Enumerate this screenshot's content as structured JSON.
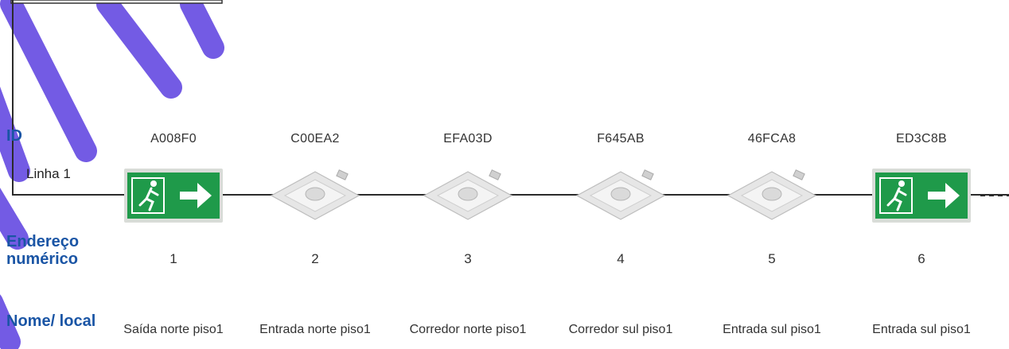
{
  "row_labels": {
    "id": "ID",
    "address": "Endereço numérico",
    "name": "Nome/ local"
  },
  "line_label": "Linha 1",
  "devices": [
    {
      "id": "A008F0",
      "address": "1",
      "name": "Saída norte piso1",
      "type": "exit-sign"
    },
    {
      "id": "C00EA2",
      "address": "2",
      "name": "Entrada norte piso1",
      "type": "ceiling-light"
    },
    {
      "id": "EFA03D",
      "address": "3",
      "name": "Corredor norte piso1",
      "type": "ceiling-light"
    },
    {
      "id": "F645AB",
      "address": "4",
      "name": "Corredor sul piso1",
      "type": "ceiling-light"
    },
    {
      "id": "46FCA8",
      "address": "5",
      "name": "Entrada sul piso1",
      "type": "ceiling-light"
    },
    {
      "id": "ED3C8B",
      "address": "6",
      "name": "Entrada sul piso1",
      "type": "exit-sign"
    }
  ],
  "colors": {
    "label_blue": "#1a55a5",
    "exit_green": "#1f9a4a",
    "watermark": "#5b3fe0"
  }
}
